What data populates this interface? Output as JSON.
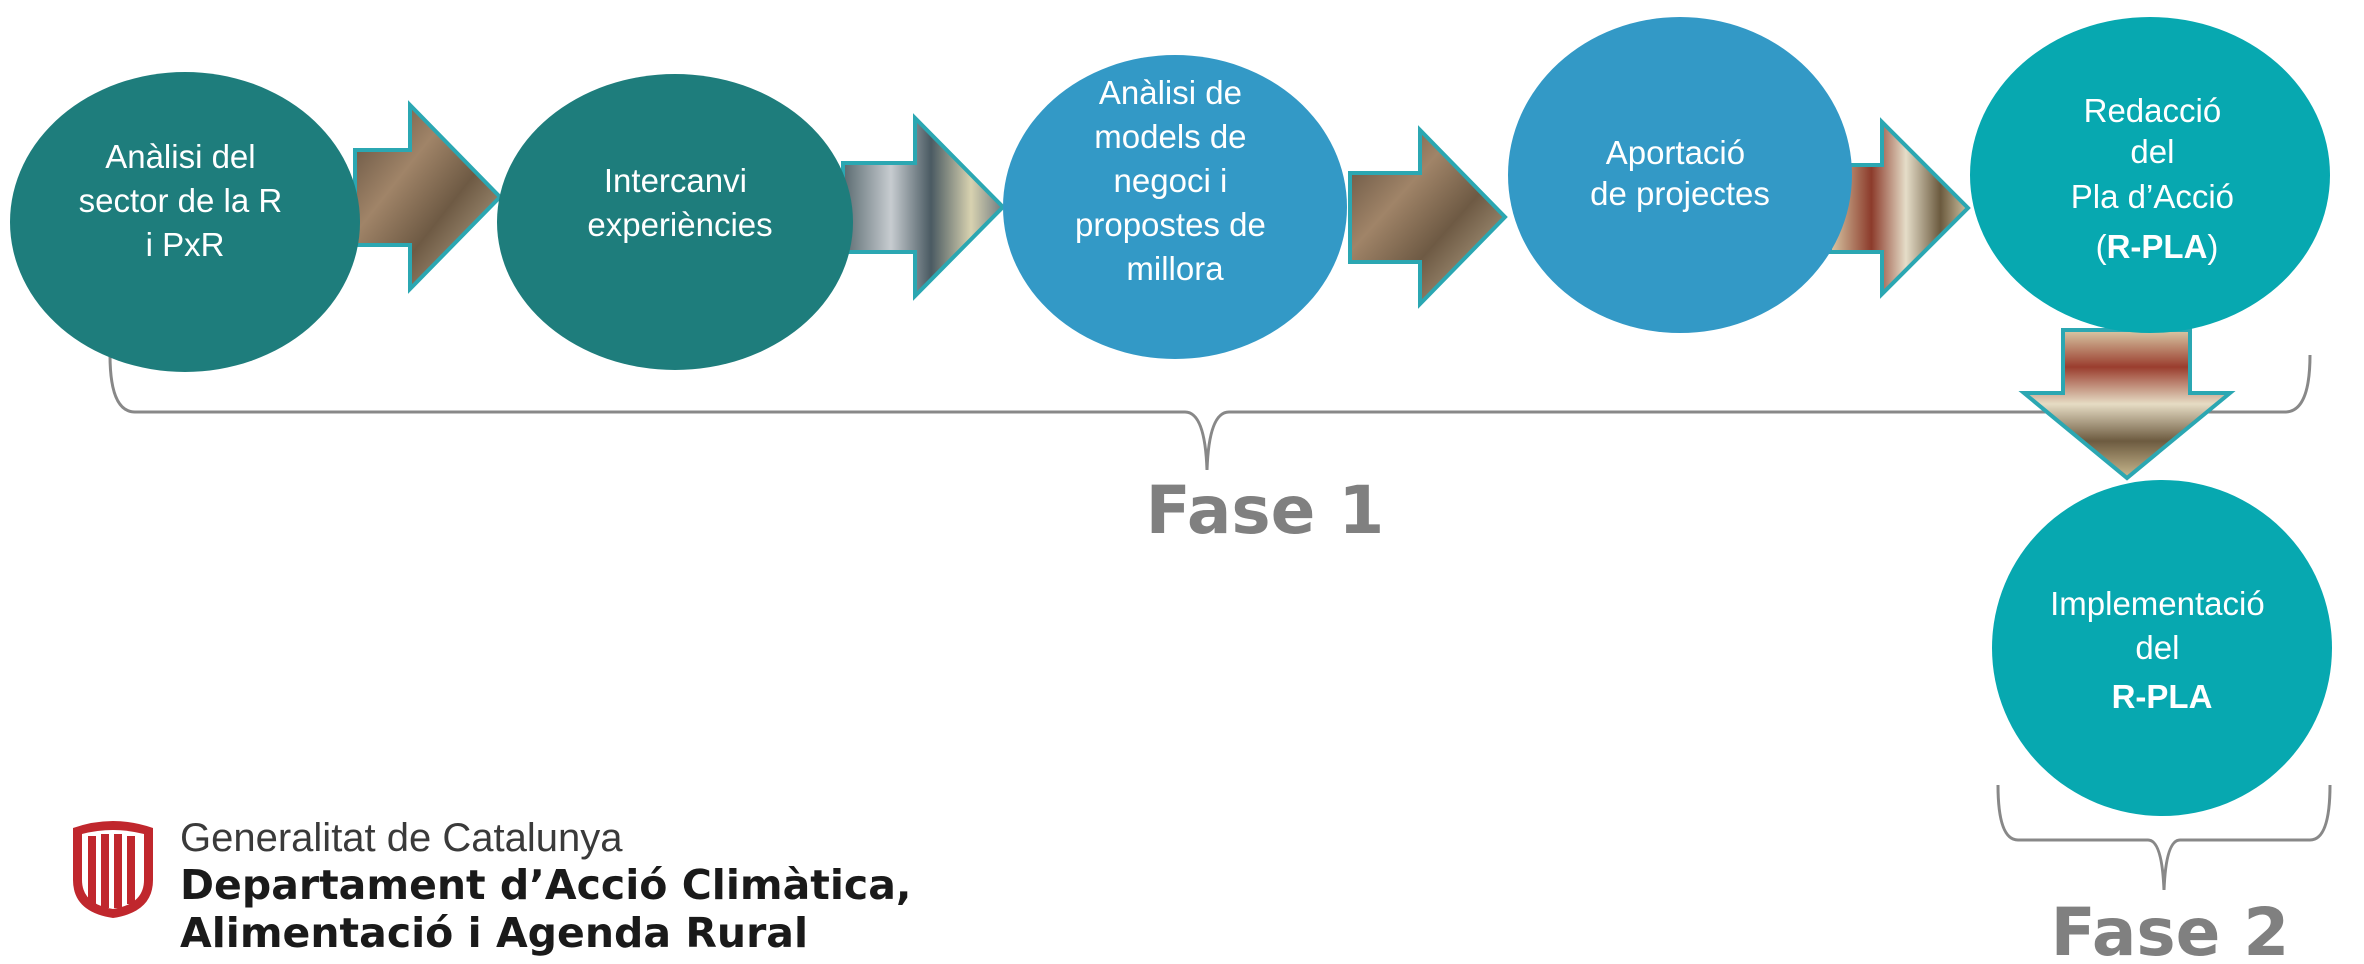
{
  "colors": {
    "dark_teal": "#1e7d7c",
    "blue": "#3399c6",
    "teal": "#07a8b0",
    "arrow_outline": "#2ba7b2",
    "bracket": "#888888",
    "phase_text": "#808080",
    "seal_red": "#c0272d"
  },
  "steps": [
    {
      "lines": [
        "Anàlisi del",
        "sector de la R",
        "i PxR"
      ]
    },
    {
      "lines": [
        "Intercanvi",
        "experiències"
      ]
    },
    {
      "lines": [
        "Anàlisi de",
        "models de",
        "negoci i",
        "propostes de",
        "millora"
      ]
    },
    {
      "lines": [
        "Aportació",
        "de projectes"
      ]
    },
    {
      "lines": [
        "Redacció",
        "del",
        "Pla d’Acció"
      ],
      "emphasis": {
        "open": "(",
        "bold": "R-PLA",
        "close": ")"
      }
    },
    {
      "lines": [
        "Implementació",
        "del"
      ],
      "bold_line": "R-PLA"
    }
  ],
  "phases": {
    "phase1": "Fase 1",
    "phase2": "Fase 2"
  },
  "organization": {
    "line1": "Generalitat de Catalunya",
    "line2": "Departament d’Acció Climàtica,",
    "line3": "Alimentació i Agenda Rural"
  },
  "icons": {
    "logo": "generalitat-seal-icon",
    "arrows": "right-arrow-icon",
    "down_arrow": "down-arrow-icon"
  }
}
